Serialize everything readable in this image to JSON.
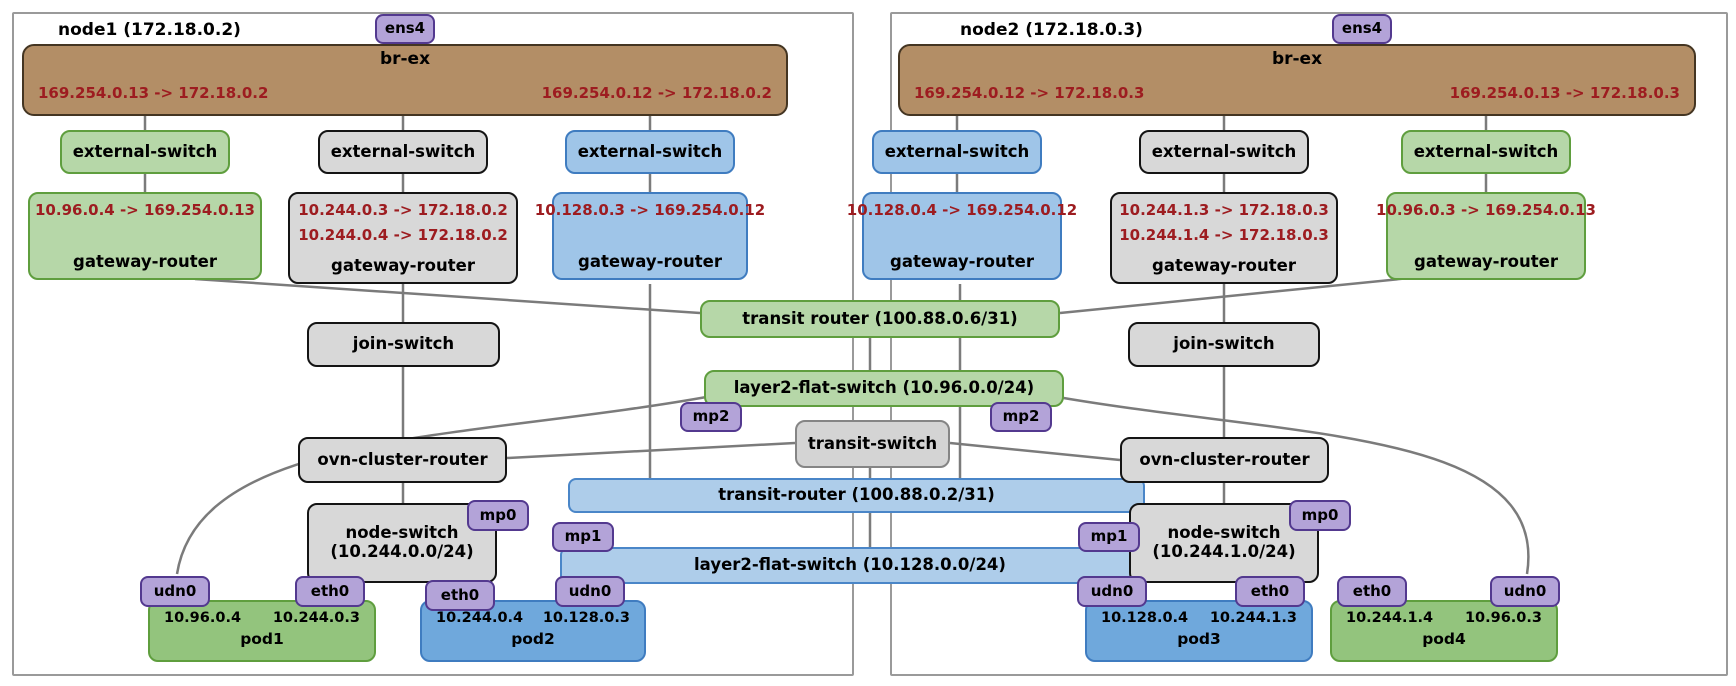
{
  "colors": {
    "green_fill": "#b6d7a8",
    "green_border": "#5f9e3e",
    "green_pod": "#93c47d",
    "gray_fill": "#d8d8d8",
    "blue_fill": "#9fc5e8",
    "blue_border": "#3f7cc0",
    "blue_pod": "#6fa8dc",
    "purple_fill": "#b3a3d8",
    "purple_border": "#53398f",
    "bridge_fill": "#b38e66",
    "snat_text": "#9d1c20",
    "wire": "#7b7b7b"
  },
  "node1": {
    "title": "node1 (172.18.0.2)",
    "nic": "ens4",
    "bridge": {
      "label": "br-ex",
      "snat_left": "169.254.0.13 -> 172.18.0.2",
      "snat_right": "169.254.0.12 -> 172.18.0.2"
    },
    "external_switches": {
      "green": "external-switch",
      "gray": "external-switch",
      "blue": "external-switch"
    },
    "gateways": {
      "green": {
        "snat": "10.96.0.4 -> 169.254.0.13",
        "label": "gateway-router"
      },
      "gray": {
        "snat1": "10.244.0.3 -> 172.18.0.2",
        "snat2": "10.244.0.4 -> 172.18.0.2",
        "label": "gateway-router"
      },
      "blue": {
        "snat": "10.128.0.3 -> 169.254.0.12",
        "label": "gateway-router"
      }
    },
    "join_switch": "join-switch",
    "cluster_router": "ovn-cluster-router",
    "node_switch": {
      "line1": "node-switch",
      "line2": "(10.244.0.0/24)",
      "mp": "mp0"
    },
    "pods": {
      "pod1": {
        "name": "pod1",
        "port_left": "udn0",
        "port_right": "eth0",
        "ip_left": "10.96.0.4",
        "ip_right": "10.244.0.3"
      },
      "pod2": {
        "name": "pod2",
        "port_left": "eth0",
        "port_right": "udn0",
        "ip_left": "10.244.0.4",
        "ip_right": "10.128.0.3"
      }
    }
  },
  "node2": {
    "title": "node2 (172.18.0.3)",
    "nic": "ens4",
    "bridge": {
      "label": "br-ex",
      "snat_left": "169.254.0.12 -> 172.18.0.3",
      "snat_right": "169.254.0.13 -> 172.18.0.3"
    },
    "external_switches": {
      "blue": "external-switch",
      "gray": "external-switch",
      "green": "external-switch"
    },
    "gateways": {
      "blue": {
        "snat": "10.128.0.4 -> 169.254.0.12",
        "label": "gateway-router"
      },
      "gray": {
        "snat1": "10.244.1.3 -> 172.18.0.3",
        "snat2": "10.244.1.4 -> 172.18.0.3",
        "label": "gateway-router"
      },
      "green": {
        "snat": "10.96.0.3 -> 169.254.0.13",
        "label": "gateway-router"
      }
    },
    "join_switch": "join-switch",
    "cluster_router": "ovn-cluster-router",
    "node_switch": {
      "line1": "node-switch",
      "line2": "(10.244.1.0/24)",
      "mp": "mp0"
    },
    "pods": {
      "pod3": {
        "name": "pod3",
        "port_left": "udn0",
        "port_right": "eth0",
        "ip_left": "10.128.0.4",
        "ip_right": "10.244.1.3"
      },
      "pod4": {
        "name": "pod4",
        "port_left": "eth0",
        "port_right": "udn0",
        "ip_left": "10.244.1.4",
        "ip_right": "10.96.0.3"
      }
    }
  },
  "interconnect": {
    "transit_router_green": "transit router (100.88.0.6/31)",
    "layer2_flat_switch_green": "layer2-flat-switch (10.96.0.0/24)",
    "mp2_left": "mp2",
    "mp2_right": "mp2",
    "transit_switch": "transit-switch",
    "transit_router_blue": "transit-router (100.88.0.2/31)",
    "layer2_flat_switch_blue": "layer2-flat-switch (10.128.0.0/24)",
    "mp1_left": "mp1",
    "mp1_right": "mp1"
  }
}
